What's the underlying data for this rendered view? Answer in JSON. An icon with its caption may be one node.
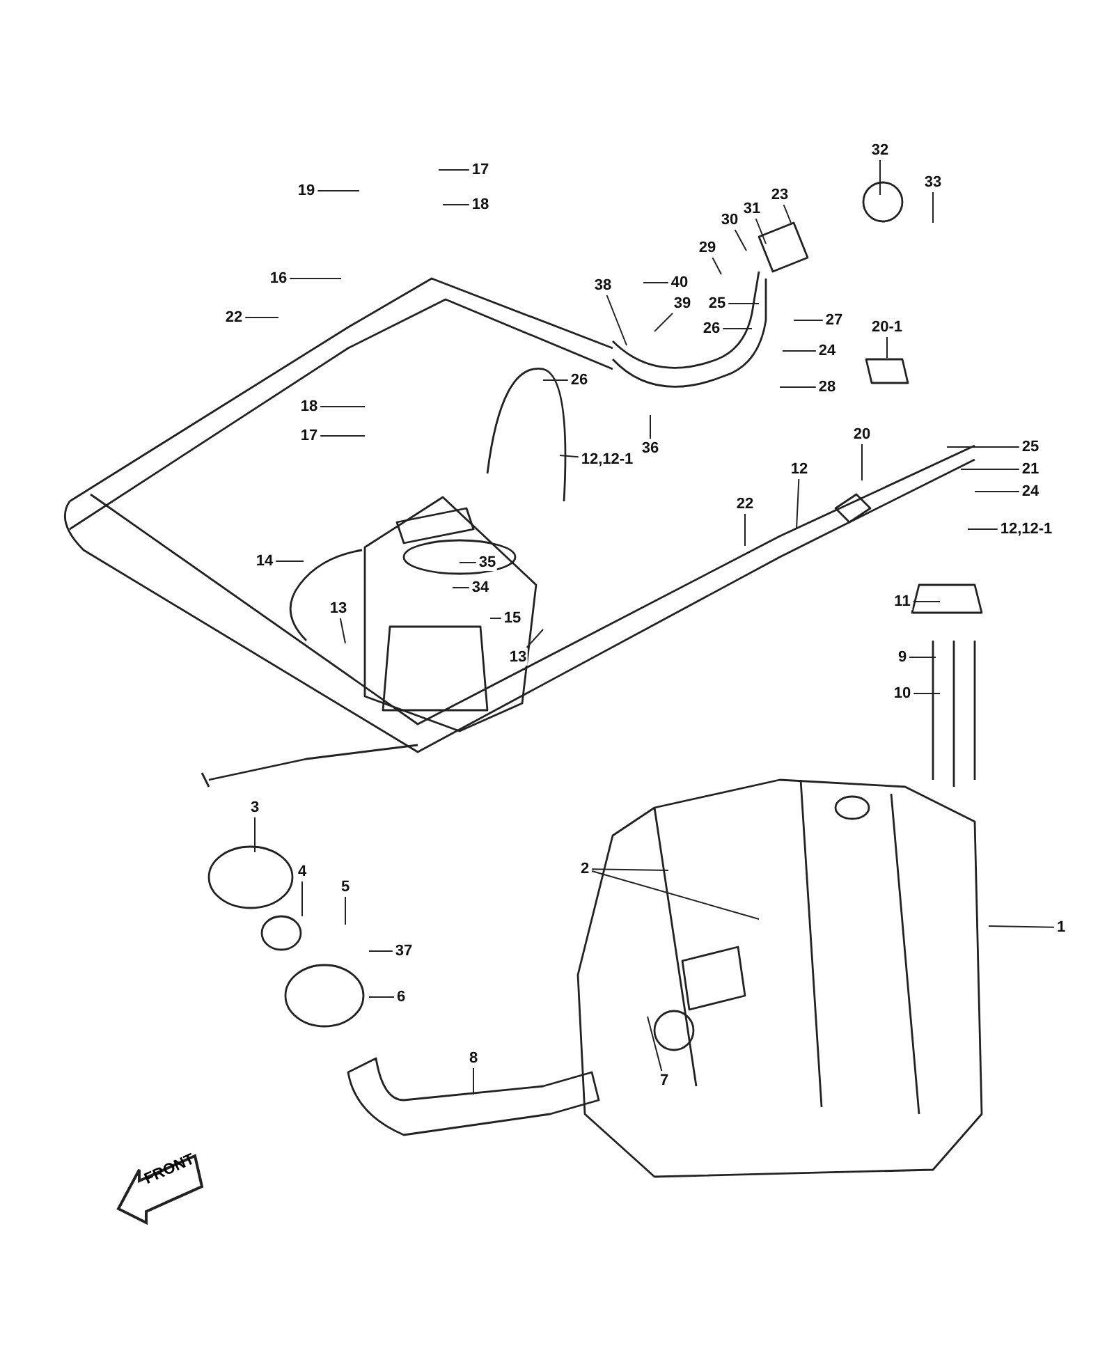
{
  "diagram": {
    "nodes": [
      {
        "text": [
          "17"
        ]
      },
      {
        "text": [
          "18"
        ]
      },
      {
        "text": [
          "19"
        ]
      },
      {
        "text": [
          "16"
        ]
      },
      {
        "text": [
          "22"
        ]
      },
      {
        "text": [
          "18"
        ]
      },
      {
        "text": [
          "17"
        ]
      },
      {
        "text": [
          "38"
        ]
      },
      {
        "text": [
          "40"
        ]
      },
      {
        "text": [
          "39"
        ]
      },
      {
        "text": [
          "29"
        ]
      },
      {
        "text": [
          "30"
        ]
      },
      {
        "text": [
          "31"
        ]
      },
      {
        "text": [
          "23"
        ]
      },
      {
        "text": [
          "32"
        ]
      },
      {
        "text": [
          "33"
        ]
      },
      {
        "text": [
          "25"
        ]
      },
      {
        "text": [
          "26"
        ]
      },
      {
        "text": [
          "27"
        ]
      },
      {
        "text": [
          "24"
        ]
      },
      {
        "text": [
          "28"
        ]
      },
      {
        "text": [
          "20-1"
        ]
      },
      {
        "text": [
          "26"
        ]
      },
      {
        "text": [
          "36"
        ]
      },
      {
        "text": [
          "12,12-1"
        ]
      },
      {
        "text": [
          "12"
        ]
      },
      {
        "text": [
          "20"
        ]
      },
      {
        "text": [
          "25"
        ]
      },
      {
        "text": [
          "21"
        ]
      },
      {
        "text": [
          "24"
        ]
      },
      {
        "text": [
          "12,12-1"
        ]
      },
      {
        "text": [
          "22"
        ]
      },
      {
        "text": [
          "14"
        ]
      },
      {
        "text": [
          "35"
        ]
      },
      {
        "text": [
          "34"
        ]
      },
      {
        "text": [
          "15"
        ]
      },
      {
        "text": [
          "13"
        ]
      },
      {
        "text": [
          "13"
        ]
      },
      {
        "text": [
          "11"
        ]
      },
      {
        "text": [
          "9"
        ]
      },
      {
        "text": [
          "10"
        ]
      },
      {
        "text": [
          "3"
        ]
      },
      {
        "text": [
          "4"
        ]
      },
      {
        "text": [
          "5"
        ]
      },
      {
        "text": [
          "37"
        ]
      },
      {
        "text": [
          "6"
        ]
      },
      {
        "text": [
          "8"
        ]
      },
      {
        "text": [
          "2"
        ]
      },
      {
        "text": [
          "1"
        ]
      },
      {
        "text": [
          "7"
        ]
      }
    ],
    "edges": [
      {
        "from": 0,
        "to": null,
        "arrow": "none"
      },
      {
        "from": 1,
        "to": null,
        "arrow": "none"
      },
      {
        "from": 2,
        "to": null,
        "arrow": "none"
      },
      {
        "from": 3,
        "to": null,
        "arrow": "none"
      },
      {
        "from": 4,
        "to": null,
        "arrow": "none"
      },
      {
        "from": 5,
        "to": null,
        "arrow": "none"
      },
      {
        "from": 6,
        "to": null,
        "arrow": "none"
      },
      {
        "from": 7,
        "to": null,
        "arrow": "none"
      },
      {
        "from": 8,
        "to": null,
        "arrow": "none"
      },
      {
        "from": 9,
        "to": null,
        "arrow": "none"
      },
      {
        "from": 10,
        "to": null,
        "arrow": "none"
      },
      {
        "from": 11,
        "to": null,
        "arrow": "none"
      },
      {
        "from": 12,
        "to": null,
        "arrow": "none"
      },
      {
        "from": 13,
        "to": null,
        "arrow": "none"
      },
      {
        "from": 14,
        "to": null,
        "arrow": "none"
      },
      {
        "from": 15,
        "to": null,
        "arrow": "none"
      },
      {
        "from": 16,
        "to": null,
        "arrow": "none"
      },
      {
        "from": 17,
        "to": null,
        "arrow": "none"
      },
      {
        "from": 18,
        "to": null,
        "arrow": "none"
      },
      {
        "from": 19,
        "to": null,
        "arrow": "none"
      },
      {
        "from": 20,
        "to": null,
        "arrow": "none"
      },
      {
        "from": 21,
        "to": null,
        "arrow": "none"
      },
      {
        "from": 22,
        "to": null,
        "arrow": "none"
      },
      {
        "from": 23,
        "to": null,
        "arrow": "none"
      },
      {
        "from": 24,
        "to": null,
        "arrow": "none"
      },
      {
        "from": 25,
        "to": null,
        "arrow": "none"
      },
      {
        "from": 26,
        "to": null,
        "arrow": "none"
      },
      {
        "from": 27,
        "to": null,
        "arrow": "none"
      },
      {
        "from": 28,
        "to": null,
        "arrow": "none"
      },
      {
        "from": 29,
        "to": null,
        "arrow": "none"
      },
      {
        "from": 30,
        "to": null,
        "arrow": "none"
      },
      {
        "from": 31,
        "to": null,
        "arrow": "none"
      },
      {
        "from": 32,
        "to": null,
        "arrow": "none"
      },
      {
        "from": 33,
        "to": null,
        "arrow": "none"
      },
      {
        "from": 34,
        "to": null,
        "arrow": "none"
      },
      {
        "from": 35,
        "to": null,
        "arrow": "none"
      },
      {
        "from": 36,
        "to": null,
        "arrow": "none"
      },
      {
        "from": 37,
        "to": null,
        "arrow": "none"
      },
      {
        "from": 38,
        "to": null,
        "arrow": "none"
      },
      {
        "from": 39,
        "to": null,
        "arrow": "none"
      },
      {
        "from": 40,
        "to": null,
        "arrow": "none"
      },
      {
        "from": 41,
        "to": null,
        "arrow": "none"
      },
      {
        "from": 42,
        "to": null,
        "arrow": "none"
      },
      {
        "from": 43,
        "to": null,
        "arrow": "none"
      },
      {
        "from": 44,
        "to": null,
        "arrow": "none"
      },
      {
        "from": 45,
        "to": null,
        "arrow": "none"
      },
      {
        "from": 46,
        "to": null,
        "arrow": "none"
      },
      {
        "from": 47,
        "to": null,
        "arrow": "none"
      },
      {
        "from": 47,
        "to": null,
        "arrow": "none"
      },
      {
        "from": 48,
        "to": null,
        "arrow": "none"
      },
      {
        "from": 49,
        "to": null,
        "arrow": "none"
      }
    ],
    "labels": [
      "FRONT"
    ]
  }
}
